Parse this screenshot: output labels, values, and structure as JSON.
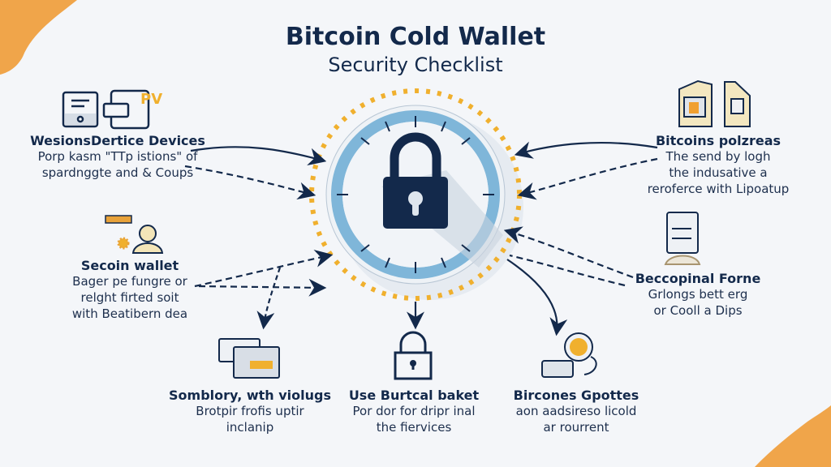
{
  "header": {
    "title": "Bitcoin Cold Wallet",
    "subtitle": "Security Checklist"
  },
  "colors": {
    "navy": "#13294b",
    "accent": "#f0a830",
    "ring": "#7fb6d9",
    "background": "#f4f6f9"
  },
  "items": [
    {
      "title": "WesionsDertice Devices",
      "lines": [
        "Porp kasm \"TTp istions\" of",
        "spardnggte and & Coups"
      ],
      "icon": "hardware-devices-icon"
    },
    {
      "title": "Secoin wallet",
      "lines": [
        "Bager pe fungre or",
        "relght firted soit",
        "with Beatibern dea"
      ],
      "icon": "user-settings-icon"
    },
    {
      "title": "Somblory, wth violugs",
      "lines": [
        "Brotpir frofis uptir",
        "inclanip"
      ],
      "icon": "cards-icon"
    },
    {
      "title": "Use Burtcal baket",
      "lines": [
        "Por dor for dripr inal",
        "the fiervices"
      ],
      "icon": "padlock-icon"
    },
    {
      "title": "Bircones Gpottes",
      "lines": [
        "aon aadsireso licold",
        "ar rourrent"
      ],
      "icon": "coin-storage-icon"
    },
    {
      "title": "Bitcoins polzreas",
      "lines": [
        "The send by logh",
        "the indusative a",
        "reroferce with Lipoatup"
      ],
      "icon": "sim-cards-icon"
    },
    {
      "title": "Beccopinal Forne",
      "lines": [
        "Grlongs bett erg",
        "or Cooll a Dips"
      ],
      "icon": "monitor-checklist-icon"
    }
  ]
}
